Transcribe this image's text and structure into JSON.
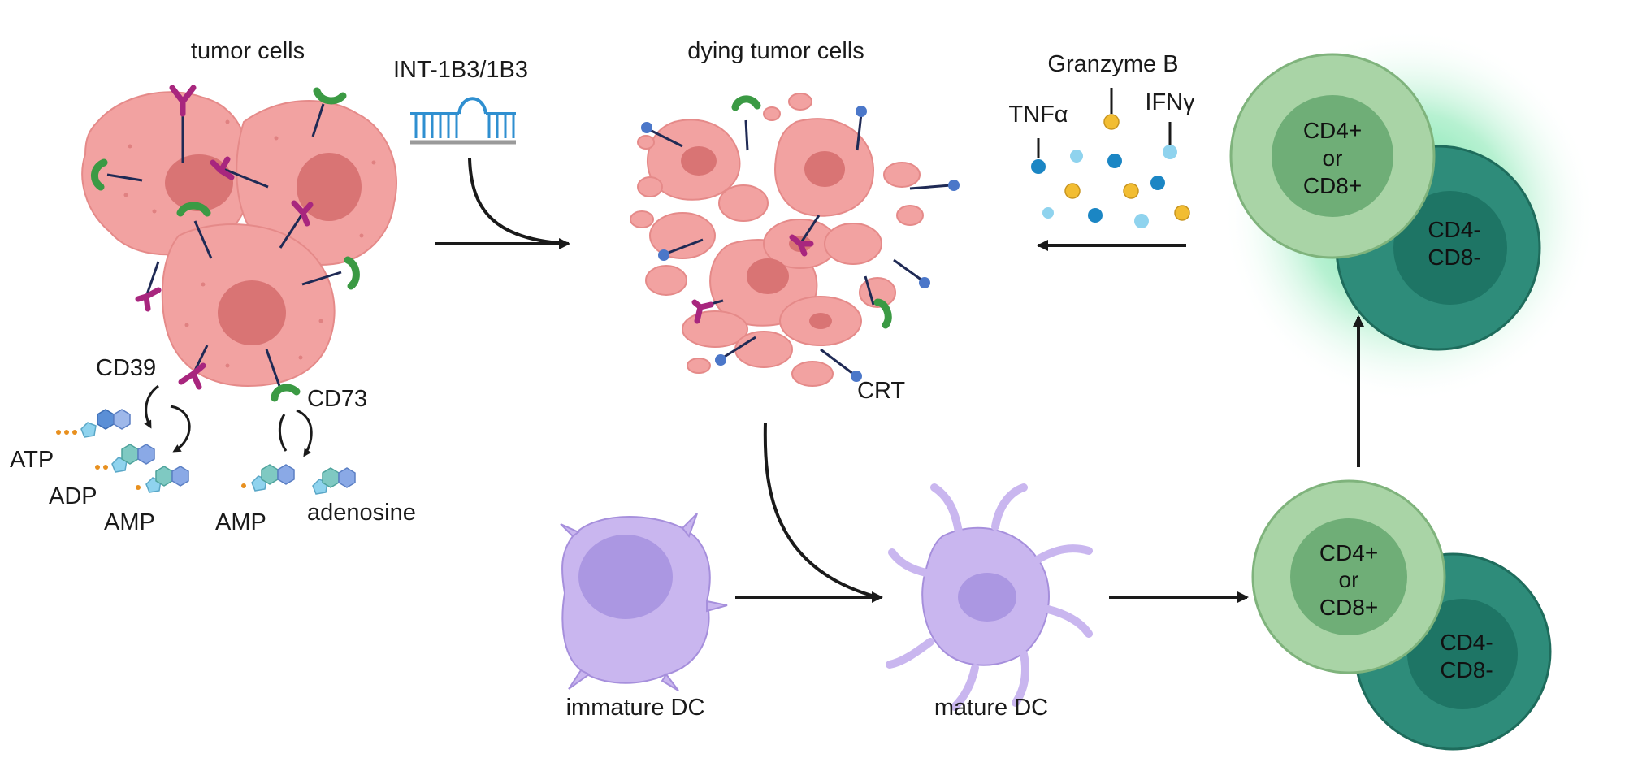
{
  "labels": {
    "tumor_cells": "tumor cells",
    "drug": "INT-1B3/1B3",
    "dying_tumor_cells": "dying tumor cells",
    "granzyme": "Granzyme B",
    "tnf": "TNFα",
    "ifn": "IFNγ",
    "cd39": "CD39",
    "cd73": "CD73",
    "atp": "ATP",
    "adp": "ADP",
    "amp1": "AMP",
    "amp2": "AMP",
    "adenosine": "adenosine",
    "crt": "CRT",
    "immature_dc": "immature DC",
    "mature_dc": "mature DC"
  },
  "t_cell_top": {
    "line1": "CD4+",
    "line2": "or",
    "line3": "CD8+",
    "back_line1": "CD4-",
    "back_line2": "CD8-"
  },
  "t_cell_bottom": {
    "line1": "CD4+",
    "line2": "or",
    "line3": "CD8+",
    "back_line1": "CD4-",
    "back_line2": "CD8-"
  },
  "colors": {
    "tumor": "#f2a2a1",
    "tumor_nucleus": "#d97474",
    "cd39": "#a8267e",
    "cd73": "#3b9a44",
    "dc": "#c9b6ef",
    "dc_nucleus": "#ab97e2",
    "t_light": "#a9d4a6",
    "t_dark": "#2e8c7a",
    "cytokine_blue": "#1b86c4",
    "cytokine_yellow": "#f2bd32",
    "cytokine_light": "#8fd3ee",
    "arrow": "#1a1a1a"
  }
}
